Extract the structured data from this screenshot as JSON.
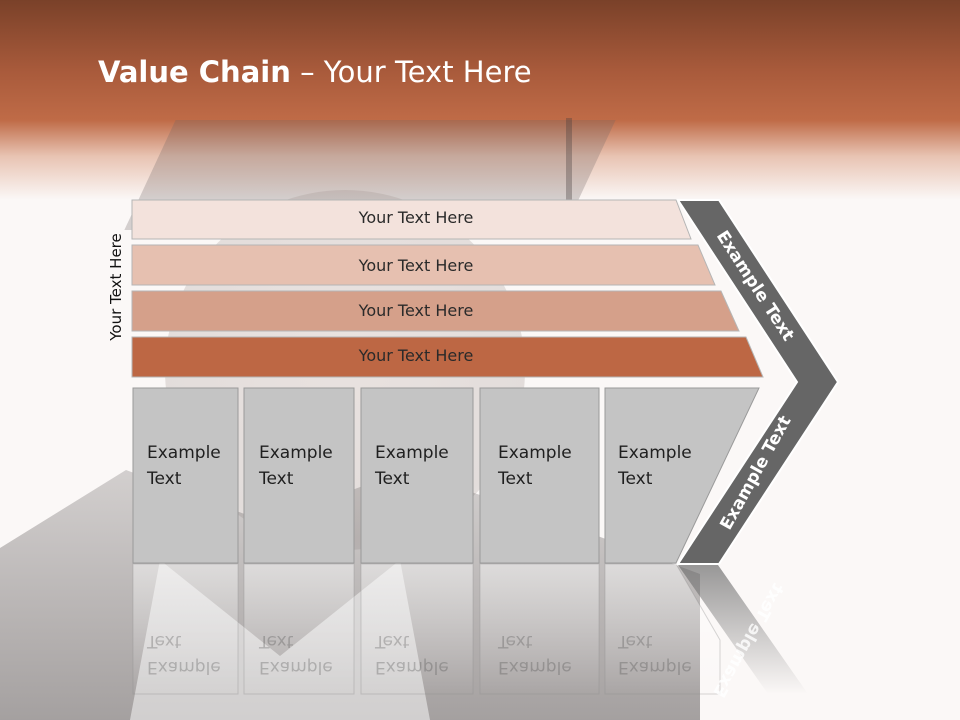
{
  "title": {
    "bold": "Value Chain",
    "rest": " – Your Text Here"
  },
  "side_label": "Your Text Here",
  "rows": [
    {
      "label": "Your Text Here",
      "color": "#f3e2dc"
    },
    {
      "label": "Your Text Here",
      "color": "#e6c0b0"
    },
    {
      "label": "Your Text Here",
      "color": "#d5a08a"
    },
    {
      "label": "Your Text Here",
      "color": "#bd6744"
    }
  ],
  "columns": [
    {
      "line1": "Example",
      "line2": "Text"
    },
    {
      "line1": "Example",
      "line2": "Text"
    },
    {
      "line1": "Example",
      "line2": "Text"
    },
    {
      "line1": "Example",
      "line2": "Text"
    },
    {
      "line1": "Example",
      "line2": "Text"
    }
  ],
  "chevron": {
    "upper": "Example Text",
    "lower": "Example Text",
    "color": "#666666"
  },
  "colors": {
    "header": "#b8643f",
    "box": "#c4c4c4"
  }
}
